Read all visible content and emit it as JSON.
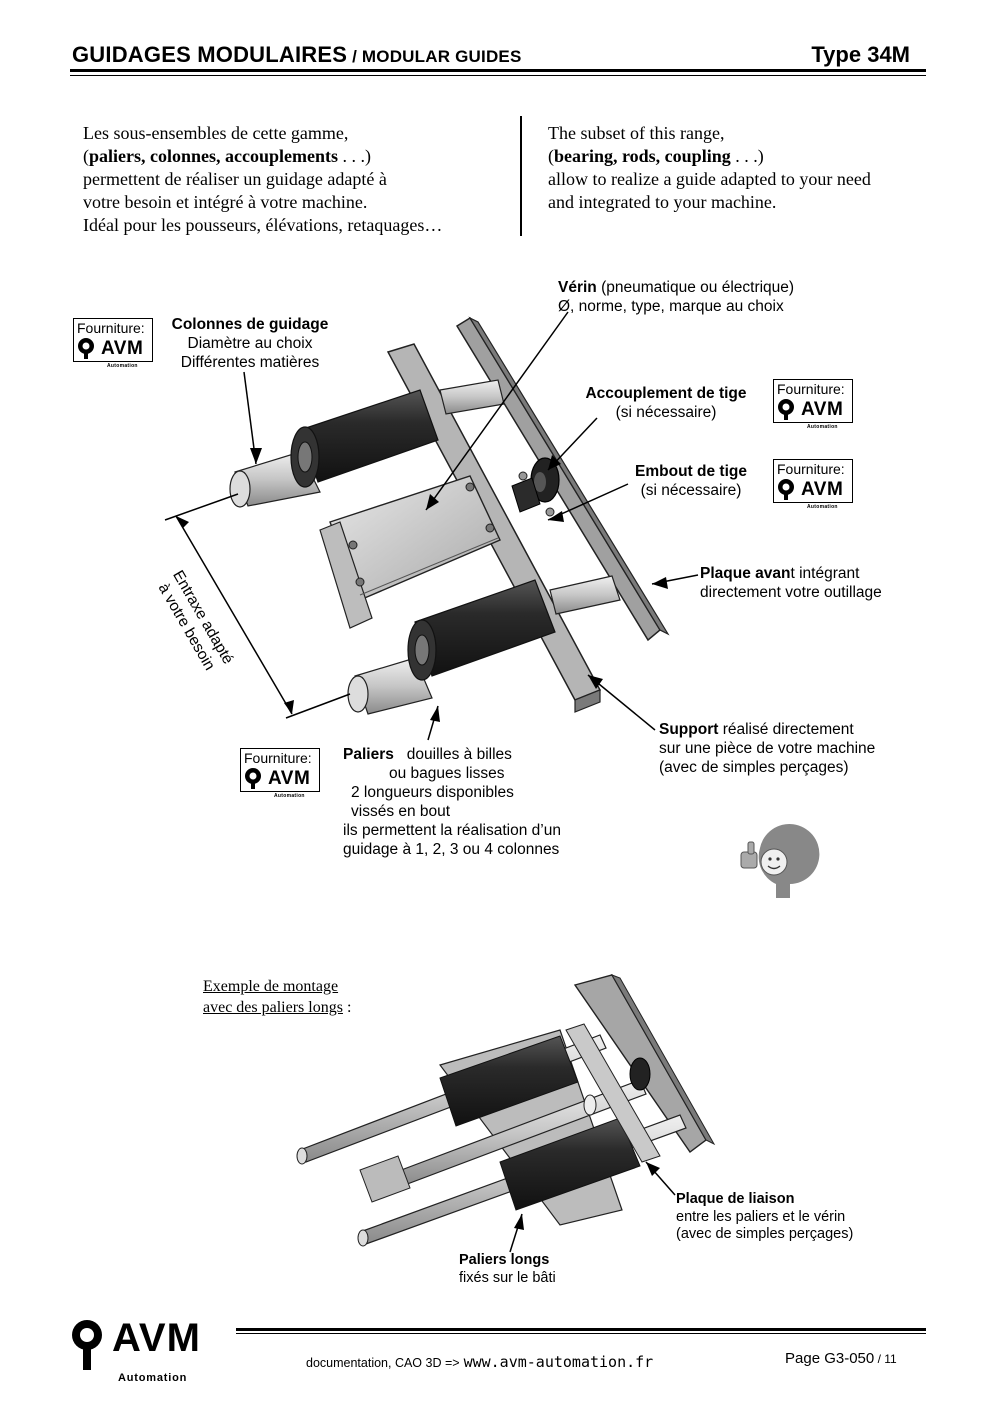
{
  "header": {
    "title_main": "GUIDAGES  MODULAIRES",
    "title_sub": " / MODULAR GUIDES",
    "type": "Type 34M"
  },
  "intro_fr": {
    "l1": "Les sous-ensembles de cette gamme,",
    "l2_open": "(",
    "l2_bold": "paliers, colonnes, accouplements",
    "l2_close": " . . .)",
    "l3": "permettent de réaliser un guidage adapté à",
    "l4": "votre besoin et intégré à votre machine.",
    "l5": "Idéal pour les pousseurs, élévations, retaquages…"
  },
  "intro_en": {
    "l1": "The subset of this range,",
    "l2_open": " (",
    "l2_bold": "bearing, rods, coupling",
    "l2_close": " . . .)",
    "l3": "allow to realize a guide adapted to your need",
    "l4": "and integrated to your machine."
  },
  "fourniture": {
    "label": "Fourniture:",
    "brand": "AVM",
    "brand_sub": "Automation"
  },
  "labels": {
    "verin_bold": "Vérin",
    "verin_rest": " (pneumatique ou électrique)",
    "verin_l2": "Ø, norme, type, marque au choix",
    "colonnes_bold": "Colonnes de guidage",
    "colonnes_l2": "Diamètre au choix",
    "colonnes_l3": "Différentes matières",
    "accoupl_bold": "Accouplement de tige",
    "accoupl_l2": "(si nécessaire)",
    "embout_bold": "Embout de tige",
    "embout_l2": "(si nécessaire)",
    "plaque_bold": "Plaque avan",
    "plaque_rest": "t intégrant",
    "plaque_l2": "directement votre outillage",
    "entraxe_l1": "Entraxe adapté",
    "entraxe_l2": "à votre besoin",
    "support_bold": "Support",
    "support_rest": " réalisé directement",
    "support_l2": "sur une pièce de votre machine",
    "support_l3": "(avec de simples perçages)",
    "paliers_bold": "Paliers",
    "paliers_rest": "   douilles à billes",
    "paliers_l2": "ou bagues lisses",
    "paliers_l3": "2 longueurs disponibles",
    "paliers_l4": "vissés en bout",
    "paliers_l5": "ils permettent la réalisation d’un",
    "paliers_l6": "guidage à 1, 2, 3 ou 4 colonnes"
  },
  "example": {
    "l1": "Exemple de montage",
    "l2": "avec des paliers longs",
    "l2_suffix": " :",
    "liaison_bold": "Plaque de liaison",
    "liaison_l2": "entre les paliers et le vérin",
    "liaison_l3": "(avec de simples perçages)",
    "longs_bold": "Paliers longs",
    "longs_l2": "fixés sur le bâti"
  },
  "footer": {
    "brand": "AVM",
    "brand_sub": "Automation",
    "doc_text": "documentation, CAO 3D  =>",
    "url": "www.avm-automation.fr",
    "page": "Page G3-050",
    "page_total": " / 11"
  },
  "colors": {
    "text": "#000000",
    "part_dark": "#262626",
    "part_metal": "#c9c9c9",
    "plate": "#9a9a9a"
  }
}
